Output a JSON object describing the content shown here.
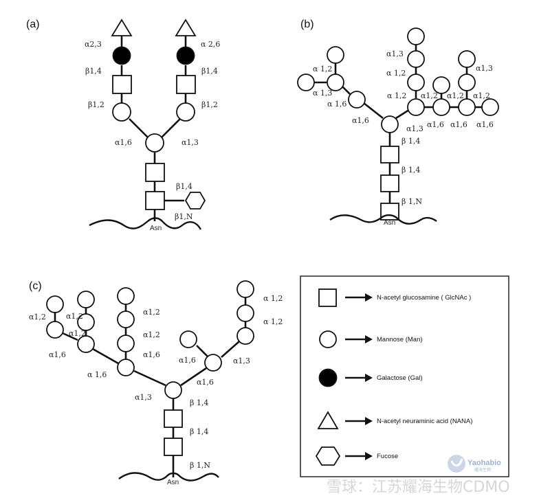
{
  "figure": {
    "panels": [
      {
        "id": "a",
        "label": "(a)",
        "anchor": "Asn",
        "residues": [
          {
            "id": "a_gn1",
            "type": "GlcNAc"
          },
          {
            "id": "a_gn2",
            "type": "GlcNAc"
          },
          {
            "id": "a_fuc",
            "type": "Fucose"
          },
          {
            "id": "a_man_core",
            "type": "Mannose"
          },
          {
            "id": "a_man_l",
            "type": "Mannose"
          },
          {
            "id": "a_man_r",
            "type": "Mannose"
          },
          {
            "id": "a_gn_l",
            "type": "GlcNAc"
          },
          {
            "id": "a_gn_r",
            "type": "GlcNAc"
          },
          {
            "id": "a_gal_l",
            "type": "Galactose"
          },
          {
            "id": "a_gal_r",
            "type": "Galactose"
          },
          {
            "id": "a_nana_l",
            "type": "NANA"
          },
          {
            "id": "a_nana_r",
            "type": "NANA"
          }
        ],
        "linkages": [
          {
            "from": "Asn",
            "to": "a_gn1",
            "label": "β1,N"
          },
          {
            "from": "a_gn1",
            "to": "a_gn2",
            "label": ""
          },
          {
            "from": "a_gn1",
            "to": "a_fuc",
            "label": "β1,4"
          },
          {
            "from": "a_gn2",
            "to": "a_man_core",
            "label": ""
          },
          {
            "from": "a_man_core",
            "to": "a_man_l",
            "label": "α1,6"
          },
          {
            "from": "a_man_core",
            "to": "a_man_r",
            "label": "α1,3"
          },
          {
            "from": "a_man_l",
            "to": "a_gn_l",
            "label": "β1,2"
          },
          {
            "from": "a_man_r",
            "to": "a_gn_r",
            "label": "β1,2"
          },
          {
            "from": "a_gn_l",
            "to": "a_gal_l",
            "label": "β1,4"
          },
          {
            "from": "a_gn_r",
            "to": "a_gal_r",
            "label": "β1,4"
          },
          {
            "from": "a_gal_l",
            "to": "a_nana_l",
            "label": "α2,3"
          },
          {
            "from": "a_gal_r",
            "to": "a_nana_r",
            "label": "α 2,6"
          }
        ]
      },
      {
        "id": "b",
        "label": "(b)",
        "anchor": "Asn",
        "residues": [
          {
            "id": "b_gn1",
            "type": "GlcNAc"
          },
          {
            "id": "b_gn2",
            "type": "GlcNAc"
          },
          {
            "id": "b_man_core",
            "type": "Mannose"
          },
          {
            "id": "b_man_l1",
            "type": "Mannose"
          },
          {
            "id": "b_man_l2",
            "type": "Mannose"
          },
          {
            "id": "b_man_l2_up",
            "type": "Mannose"
          },
          {
            "id": "b_man_l2_left",
            "type": "Mannose"
          },
          {
            "id": "b_man_r1",
            "type": "Mannose"
          },
          {
            "id": "b_man_r1_up1",
            "type": "Mannose"
          },
          {
            "id": "b_man_r1_up2",
            "type": "Mannose"
          },
          {
            "id": "b_man_r1_up3",
            "type": "Mannose"
          },
          {
            "id": "b_man_r2",
            "type": "Mannose"
          },
          {
            "id": "b_man_r2_up",
            "type": "Mannose"
          },
          {
            "id": "b_man_r3",
            "type": "Mannose"
          },
          {
            "id": "b_man_r3_up1",
            "type": "Mannose"
          },
          {
            "id": "b_man_r3_up2",
            "type": "Mannose"
          },
          {
            "id": "b_man_r4",
            "type": "Mannose"
          }
        ],
        "linkages": [
          {
            "from": "Asn",
            "to": "b_gn1",
            "label": "β 1,N"
          },
          {
            "from": "b_gn1",
            "to": "b_gn2",
            "label": "β 1,4"
          },
          {
            "from": "b_gn2",
            "to": "b_man_core",
            "label": "β 1,4"
          },
          {
            "from": "b_man_core",
            "to": "b_man_l1",
            "label": "α1,6"
          },
          {
            "from": "b_man_l1",
            "to": "b_man_l2",
            "label": "α 1,6"
          },
          {
            "from": "b_man_l2",
            "to": "b_man_l2_up",
            "label": "α 1,2"
          },
          {
            "from": "b_man_l2",
            "to": "b_man_l2_left",
            "label": "α 1,3"
          },
          {
            "from": "b_man_core",
            "to": "b_man_r1",
            "label": "α1,3"
          },
          {
            "from": "b_man_r1",
            "to": "b_man_r1_up1",
            "label": "α 1,2"
          },
          {
            "from": "b_man_r1_up1",
            "to": "b_man_r1_up2",
            "label": "α 1,2"
          },
          {
            "from": "b_man_r1_up2",
            "to": "b_man_r1_up3",
            "label": "α 1,3"
          },
          {
            "from": "b_man_r1",
            "to": "b_man_r2",
            "label": "α1,6"
          },
          {
            "from": "b_man_r2",
            "to": "b_man_r2_up",
            "label": "α1,2"
          },
          {
            "from": "b_man_r2",
            "to": "b_man_r3",
            "label": "α1,6"
          },
          {
            "from": "b_man_r3",
            "to": "b_man_r3_up1",
            "label": "α1,2"
          },
          {
            "from": "b_man_r3_up1",
            "to": "b_man_r3_up2",
            "label": "α1,3"
          },
          {
            "from": "b_man_r3",
            "to": "b_man_r4",
            "label": "α1,6"
          },
          {
            "from": "b_man_r3",
            "to": "b_man_r4_lbl",
            "label": "α1,2"
          }
        ]
      },
      {
        "id": "c",
        "label": "(c)",
        "anchor": "Asn",
        "residues": [
          {
            "id": "c_gn1",
            "type": "GlcNAc"
          },
          {
            "id": "c_gn2",
            "type": "GlcNAc"
          },
          {
            "id": "c_man_core",
            "type": "Mannose"
          },
          {
            "id": "c_man_l1",
            "type": "Mannose"
          },
          {
            "id": "c_man_l1_up1",
            "type": "Mannose"
          },
          {
            "id": "c_man_l1_up2",
            "type": "Mannose"
          },
          {
            "id": "c_man_l1_up3",
            "type": "Mannose"
          },
          {
            "id": "c_man_l2",
            "type": "Mannose"
          },
          {
            "id": "c_man_l2_up1",
            "type": "Mannose"
          },
          {
            "id": "c_man_l2_up2",
            "type": "Mannose"
          },
          {
            "id": "c_man_l3",
            "type": "Mannose"
          },
          {
            "id": "c_man_l3_up",
            "type": "Mannose"
          },
          {
            "id": "c_man_r1",
            "type": "Mannose"
          },
          {
            "id": "c_man_r1_ul",
            "type": "Mannose"
          },
          {
            "id": "c_man_r2",
            "type": "Mannose"
          },
          {
            "id": "c_man_r2_up1",
            "type": "Mannose"
          },
          {
            "id": "c_man_r2_up2",
            "type": "Mannose"
          }
        ],
        "linkages": [
          {
            "from": "Asn",
            "to": "c_gn1",
            "label": "β 1,N"
          },
          {
            "from": "c_gn1",
            "to": "c_gn2",
            "label": "β 1,4"
          },
          {
            "from": "c_gn2",
            "to": "c_man_core",
            "label": "β 1,4"
          },
          {
            "from": "c_man_core",
            "to": "c_man_l1",
            "label": "α1,3"
          },
          {
            "from": "c_man_l1",
            "to": "c_man_l1_up1",
            "label": "α1,6"
          },
          {
            "from": "c_man_l1_up1",
            "to": "c_man_l1_up2",
            "label": "α1,2"
          },
          {
            "from": "c_man_l1_up2",
            "to": "c_man_l1_up3",
            "label": "α1,2"
          },
          {
            "from": "c_man_l1",
            "to": "c_man_l2",
            "label": "α 1,6"
          },
          {
            "from": "c_man_l2",
            "to": "c_man_l2_up1",
            "label": "α1,2"
          },
          {
            "from": "c_man_l2_up1",
            "to": "c_man_l2_up2",
            "label": "α1,2"
          },
          {
            "from": "c_man_l2",
            "to": "c_man_l3",
            "label": "α1,6"
          },
          {
            "from": "c_man_l3",
            "to": "c_man_l3_up",
            "label": "α1,2"
          },
          {
            "from": "c_man_core",
            "to": "c_man_r1",
            "label": "α1,6"
          },
          {
            "from": "c_man_r1",
            "to": "c_man_r1_ul",
            "label": "α1,6"
          },
          {
            "from": "c_man_r1",
            "to": "c_man_r2",
            "label": "α1,3"
          },
          {
            "from": "c_man_r2",
            "to": "c_man_r2_up1",
            "label": "α 1,2"
          },
          {
            "from": "c_man_r2_up1",
            "to": "c_man_r2_up2",
            "label": "α 1,2"
          }
        ]
      }
    ],
    "labels": {
      "a": {
        "panel": "(a)",
        "asn": "Asn",
        "l_a23": "α2,3",
        "r_a26": "α 2,6",
        "l_b14": "β1,4",
        "r_b14": "β1,4",
        "l_b12": "β1,2",
        "r_b12": "β1,2",
        "a16": "α1,6",
        "a13": "α1,3",
        "fuc_b14": "β1,4",
        "b1n": "β1,N"
      },
      "b": {
        "panel": "(b)",
        "asn": "Asn",
        "l_a12": "α 1,2",
        "l_a13": "α 1,3",
        "l_a16a": "α 1,6",
        "l_a16b": "α1,6",
        "c_a13_top": "α1,3",
        "c_a12_mid": "α 1,2",
        "c_a12_low": "α 1,2",
        "r2_a12": "α1,2",
        "r3_a12": "α1,2",
        "r3_a13": "α1,3",
        "r4_a12": "α1,2",
        "core_a13": "α1,3",
        "r2_a16": "α1,6",
        "r3_a16": "α1,6",
        "r4_a16": "α1,6",
        "b14_top": "β 1,4",
        "b14_mid": "β 1,4",
        "b1n": "β 1,N"
      },
      "c": {
        "panel": "(c)",
        "asn": "Asn",
        "l3_a12": "α1,2",
        "l2_a12_top": "α1,2",
        "l2_a12_low": "α1,2",
        "l1_a12_top": "α1,2",
        "l1_a12_mid": "α1,2",
        "l1_a16": "α1,6",
        "l3_a16": "α1,6",
        "l2_a16": "α 1,6",
        "core_a13": "α1,3",
        "r1_a16_ul": "α1,6",
        "r1_a13": "α1,3",
        "r1_a16": "α1,6",
        "r2_a12_top": "α 1,2",
        "r2_a12_low": "α 1,2",
        "b14_top": "β 1,4",
        "b14_mid": "β 1,4",
        "b1n": "β 1,N"
      }
    }
  },
  "legend": {
    "items": [
      {
        "symbol": "square",
        "label": "N-acetyl glucosamine ( GlcNAc )"
      },
      {
        "symbol": "circle",
        "label": "Mannose (Man)"
      },
      {
        "symbol": "filled-circle",
        "label": "Galactose (Gal)"
      },
      {
        "symbol": "triangle",
        "label": "N-acetyl neuraminic acid (NANA)"
      },
      {
        "symbol": "hexagon",
        "label": "Fucose"
      }
    ]
  },
  "watermark": {
    "text": "雪球：江苏耀海生物CDMO",
    "brand": "Yaohabio",
    "brand_sub": "耀海生物"
  }
}
